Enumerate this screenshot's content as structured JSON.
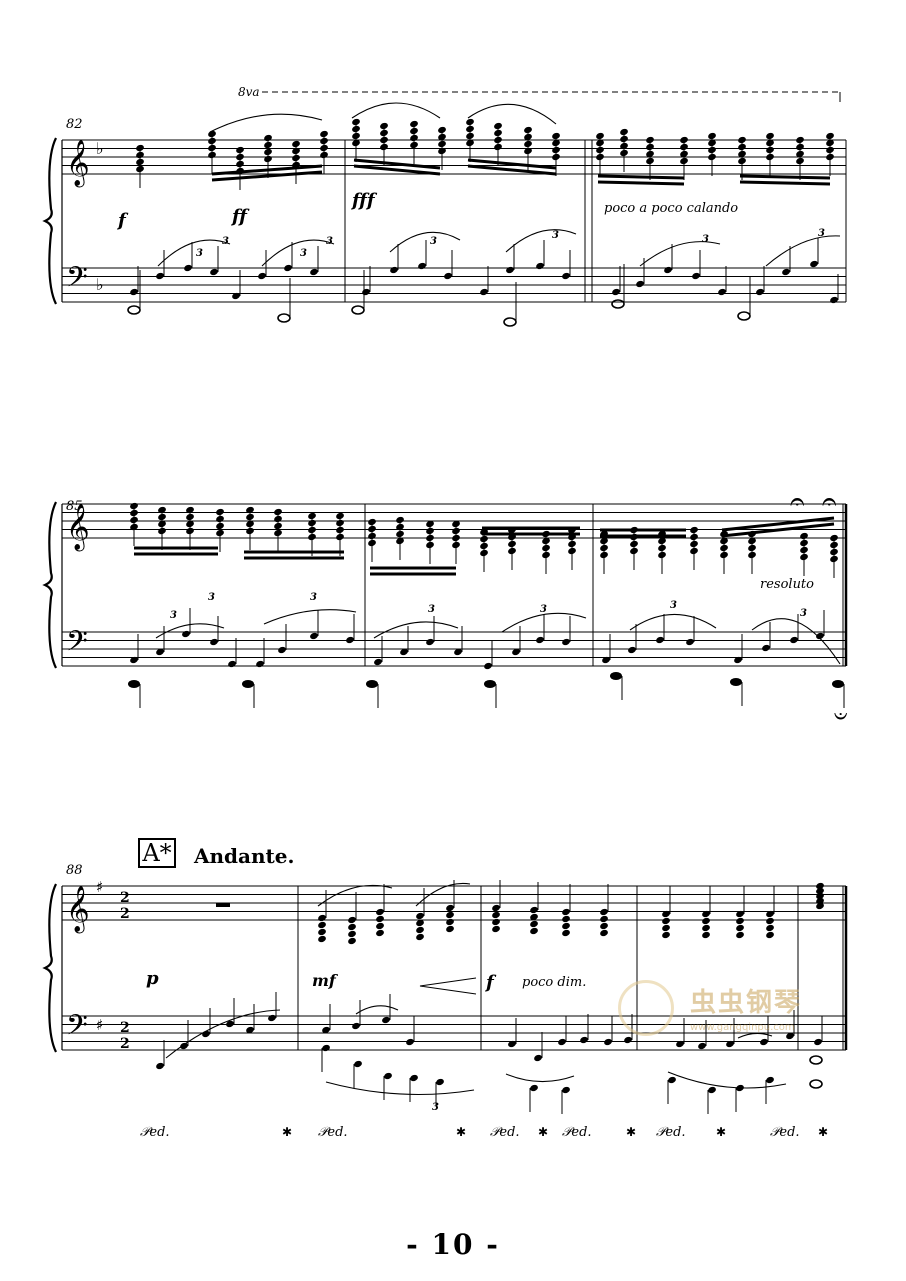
{
  "systems": [
    {
      "measure_number": "82",
      "ottava": "8va",
      "dynamics": [
        "f",
        "ff",
        "fff"
      ],
      "expression": "poco a poco calando",
      "key_signature_flats": 1,
      "tuplet": "3"
    },
    {
      "measure_number": "85",
      "expression": "resoluto",
      "tuplet": "3"
    },
    {
      "measure_number": "88",
      "rehearsal_mark": "A*",
      "tempo": "Andante.",
      "time_signature": "2/2",
      "key_signature_sharps": 1,
      "dynamics": [
        "p",
        "mf",
        "f"
      ],
      "expression": "poco dim.",
      "pedal_marks": [
        "𝒫ed.",
        "𝒫ed.",
        "𝒫ed.",
        "𝒫ed.",
        "𝒫ed.",
        "𝒫ed."
      ],
      "tuplet": "3"
    }
  ],
  "page_number": "- 10 -",
  "watermark": {
    "title": "虫虫钢琴",
    "url": "www.gangqinpu.com"
  }
}
